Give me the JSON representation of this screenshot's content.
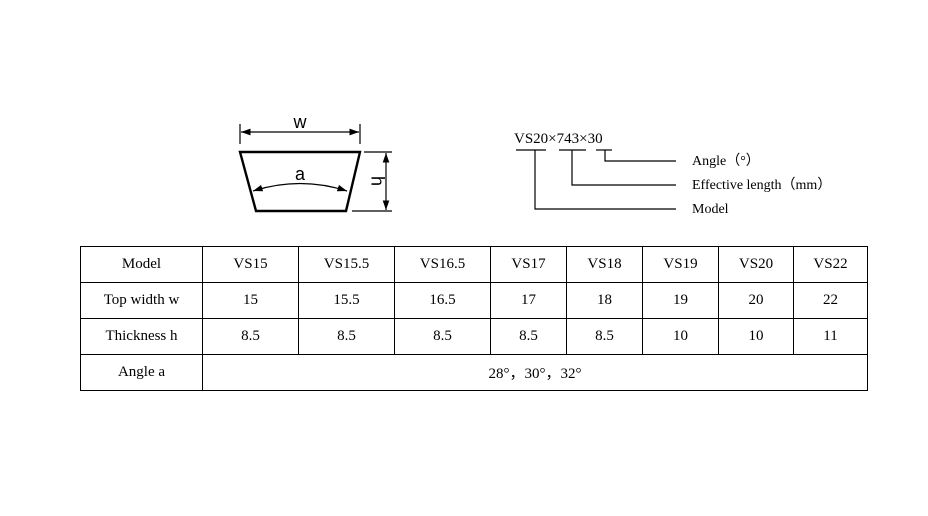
{
  "diagram": {
    "width_label": "w",
    "angle_label": "a",
    "height_label": "h",
    "model_code": "VS20×743×30",
    "callouts": {
      "angle": "Angle（°）",
      "effective_length": "Effective length（mm）",
      "model": "Model"
    }
  },
  "table": {
    "rows": [
      {
        "header": "Model",
        "cells": [
          "VS15",
          "VS15.5",
          "VS16.5",
          "VS17",
          "VS18",
          "VS19",
          "VS20",
          "VS22"
        ]
      },
      {
        "header": "Top width w",
        "cells": [
          "15",
          "15.5",
          "16.5",
          "17",
          "18",
          "19",
          "20",
          "22"
        ]
      },
      {
        "header": "Thickness h",
        "cells": [
          "8.5",
          "8.5",
          "8.5",
          "8.5",
          "8.5",
          "10",
          "10",
          "11"
        ]
      }
    ],
    "angle_row": {
      "header": "Angle a",
      "value": "28°，30°，32°"
    }
  }
}
